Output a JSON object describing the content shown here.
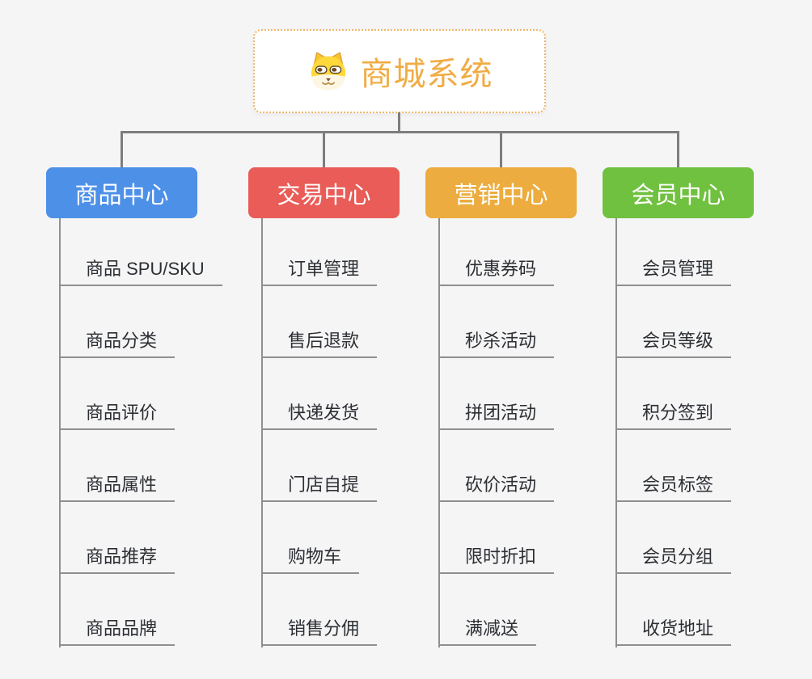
{
  "root": {
    "title": "商城系统",
    "title_color": "#F0AC44",
    "border_color": "#EFB566",
    "icon": "shiba-dog-face-icon"
  },
  "connector_color": "#7D7D7D",
  "branches": [
    {
      "label": "商品中心",
      "color": "#4D90E8",
      "items": [
        "商品 SPU/SKU",
        "商品分类",
        "商品评价",
        "商品属性",
        "商品推荐",
        "商品品牌"
      ]
    },
    {
      "label": "交易中心",
      "color": "#E95C57",
      "items": [
        "订单管理",
        "售后退款",
        "快递发货",
        "门店自提",
        "购物车",
        "销售分佣"
      ]
    },
    {
      "label": "营销中心",
      "color": "#ECAC3F",
      "items": [
        "优惠券码",
        "秒杀活动",
        "拼团活动",
        "砍价活动",
        "限时折扣",
        "满减送"
      ]
    },
    {
      "label": "会员中心",
      "color": "#70C13F",
      "items": [
        "会员管理",
        "会员等级",
        "积分签到",
        "会员标签",
        "会员分组",
        "收货地址"
      ]
    }
  ]
}
